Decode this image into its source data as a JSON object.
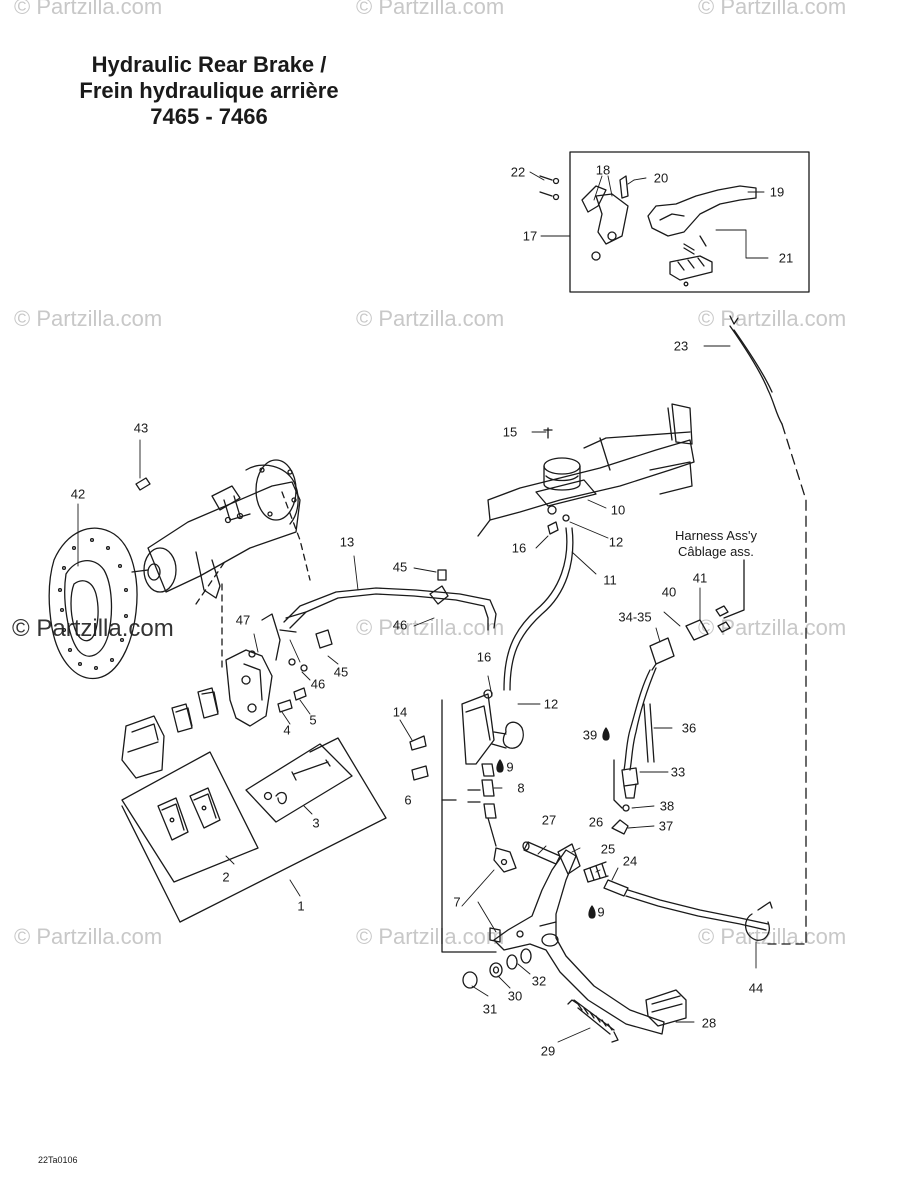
{
  "title": {
    "line1": "Hydraulic Rear Brake /",
    "line2": "Frein hydraulique arrière",
    "line3": "7465 - 7466"
  },
  "watermark": "© Partzilla.com",
  "harness_label": {
    "line1": "Harness Ass'y",
    "line2": "Câblage ass."
  },
  "drawing_code": "22Ta0106",
  "callouts": {
    "c1": "1",
    "c2": "2",
    "c3": "3",
    "c4": "4",
    "c5": "5",
    "c6": "6",
    "c7": "7",
    "c8": "8",
    "c9a": "9",
    "c9b": "9",
    "c10": "10",
    "c11": "11",
    "c12a": "12",
    "c12b": "12",
    "c13": "13",
    "c14": "14",
    "c15": "15",
    "c16a": "16",
    "c16b": "16",
    "c17": "17",
    "c18": "18",
    "c19": "19",
    "c20": "20",
    "c21": "21",
    "c22": "22",
    "c23": "23",
    "c24": "24",
    "c25": "25",
    "c26": "26",
    "c27": "27",
    "c28": "28",
    "c29": "29",
    "c30": "30",
    "c31": "31",
    "c32": "32",
    "c33": "33",
    "c3435": "34-35",
    "c36": "36",
    "c37": "37",
    "c38": "38",
    "c39": "39",
    "c40": "40",
    "c41": "41",
    "c42": "42",
    "c43": "43",
    "c44": "44",
    "c45a": "45",
    "c45b": "45",
    "c46a": "46",
    "c46b": "46",
    "c47": "47"
  }
}
